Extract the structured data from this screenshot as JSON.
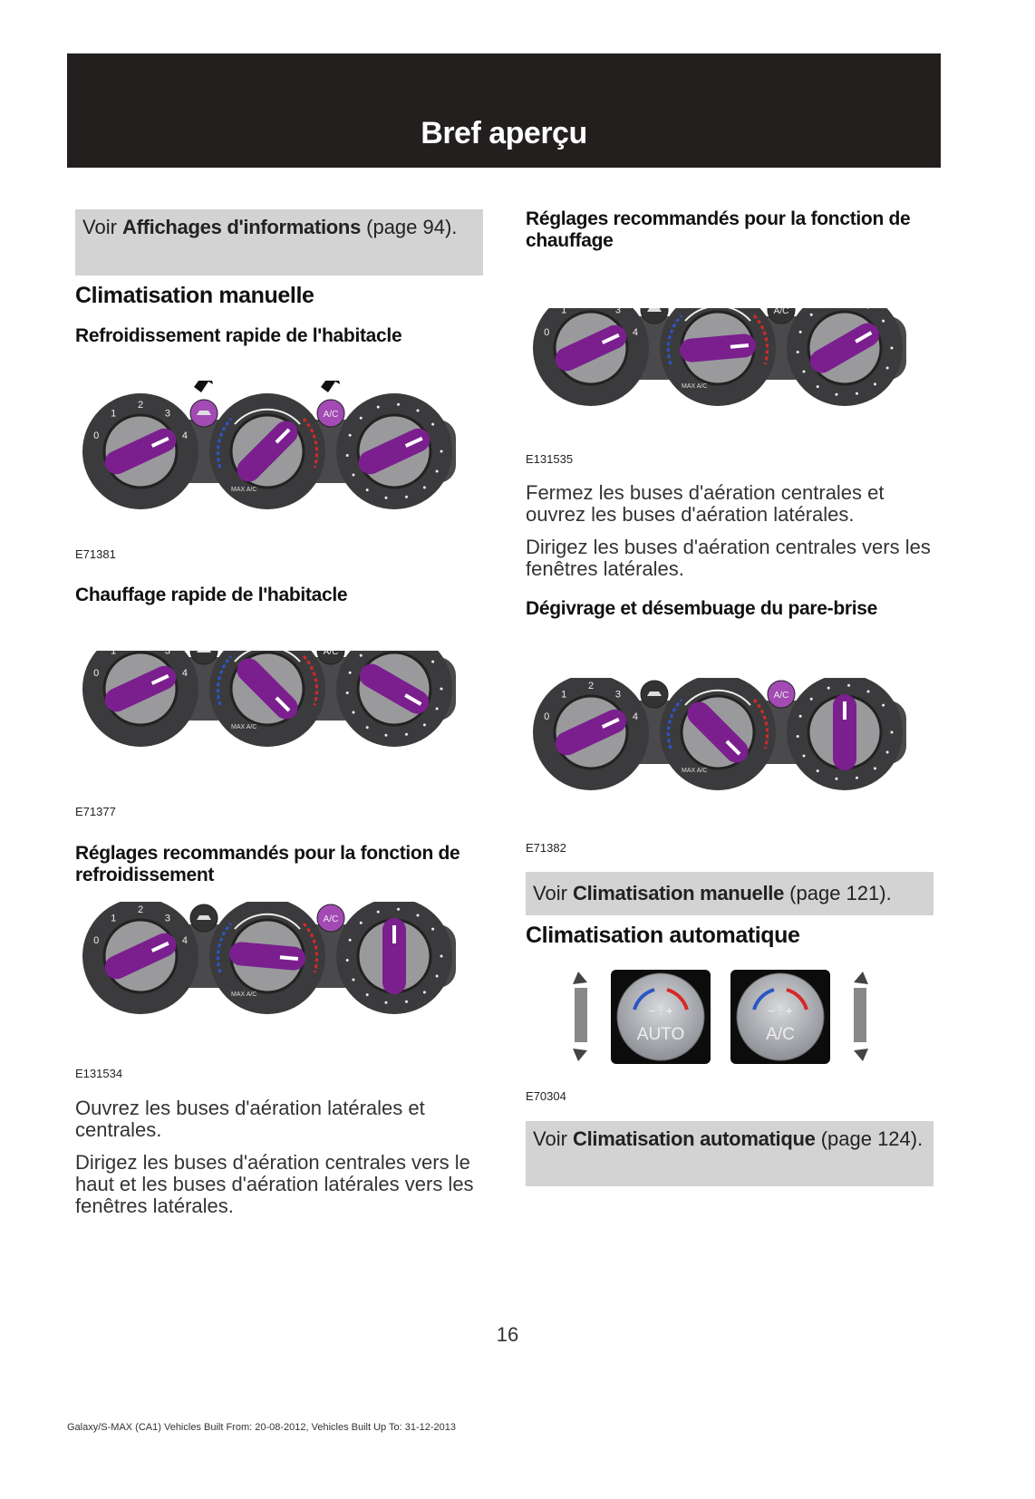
{
  "header": {
    "title": "Bref aperçu"
  },
  "left": {
    "ref_box": {
      "prefix": "Voir ",
      "link": "Affichages d'informations",
      "suffix": " (page 94)."
    },
    "section_title": "Climatisation manuelle",
    "fig1": {
      "title": "Refroidissement rapide de l'habitacle",
      "code": "E71381"
    },
    "fig2": {
      "title": "Chauffage rapide de l'habitacle",
      "code": "E71377"
    },
    "fig3": {
      "title": "Réglages recommandés pour la fonction de refroidissement",
      "code": "E131534"
    },
    "paragraphs": [
      "Ouvrez les buses d'aération latérales et centrales.",
      "Dirigez les buses d'aération centrales vers le haut et les buses d'aération latérales vers les fenêtres latérales."
    ]
  },
  "right": {
    "fig4": {
      "title": "Réglages recommandés pour la fonction de chauffage",
      "code": "E131535"
    },
    "paragraphs": [
      "Fermez les buses d'aération centrales et ouvrez les buses d'aération latérales.",
      "Dirigez les buses d'aération centrales vers les fenêtres latérales."
    ],
    "fig5": {
      "title": "Dégivrage et désembuage du pare-brise",
      "code": "E71382"
    },
    "ref_box1": {
      "prefix": "Voir ",
      "link": "Climatisation manuelle",
      "suffix": " (page 121)."
    },
    "section_title": "Climatisation automatique",
    "fig6": {
      "code": "E70304",
      "knob_left_label": "AUTO",
      "knob_right_label": "A/C"
    },
    "ref_box2": {
      "prefix": "Voir ",
      "link": "Climatisation automatique",
      "suffix": " (page 124)."
    }
  },
  "panel_labels": {
    "fan_steps": [
      "0",
      "1",
      "2",
      "3",
      "4"
    ],
    "ac": "A/C",
    "max_ac": "MAX A/C"
  },
  "page_number": "16",
  "footer": "Galaxy/S-MAX (CA1) Vehicles Built From: 20-08-2012, Vehicles Built Up To: 31-12-2013",
  "colors": {
    "header": "#221f1e",
    "box": "#d3d3d4",
    "knob": "#7b1f8f",
    "cold": "#2a56c6",
    "hot": "#d62828"
  }
}
